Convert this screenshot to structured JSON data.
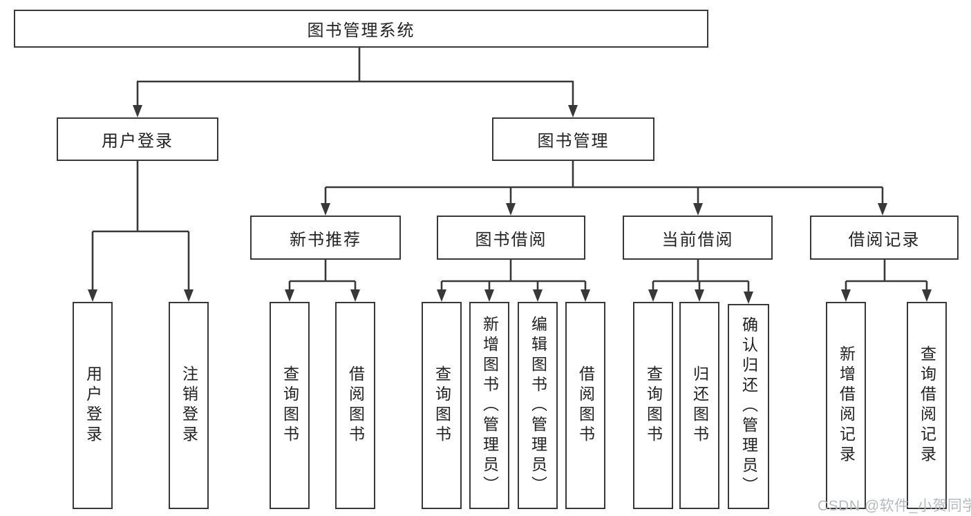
{
  "tree": {
    "root": {
      "label": "图书管理系统",
      "children": [
        {
          "label": "用户登录",
          "children": [
            {
              "label": "用户登录"
            },
            {
              "label": "注销登录"
            }
          ]
        },
        {
          "label": "图书管理",
          "children": [
            {
              "label": "新书推荐",
              "children": [
                {
                  "label": "查询图书"
                },
                {
                  "label": "借阅图书"
                }
              ]
            },
            {
              "label": "图书借阅",
              "children": [
                {
                  "label": "查询图书"
                },
                {
                  "label": "新增图书（管理员）"
                },
                {
                  "label": "编辑图书（管理员）"
                },
                {
                  "label": "借阅图书"
                }
              ]
            },
            {
              "label": "当前借阅",
              "children": [
                {
                  "label": "查询图书"
                },
                {
                  "label": "归还图书"
                },
                {
                  "label": "确认归还（管理员）"
                }
              ]
            },
            {
              "label": "借阅记录",
              "children": [
                {
                  "label": "新增借阅记录"
                },
                {
                  "label": "查询借阅记录"
                }
              ]
            }
          ]
        }
      ]
    }
  },
  "watermark": "CSDN @软件_小贺同学",
  "colors": {
    "line": "#383838",
    "text": "#222222",
    "watermark": "#b6b9bd",
    "background": "#ffffff"
  }
}
